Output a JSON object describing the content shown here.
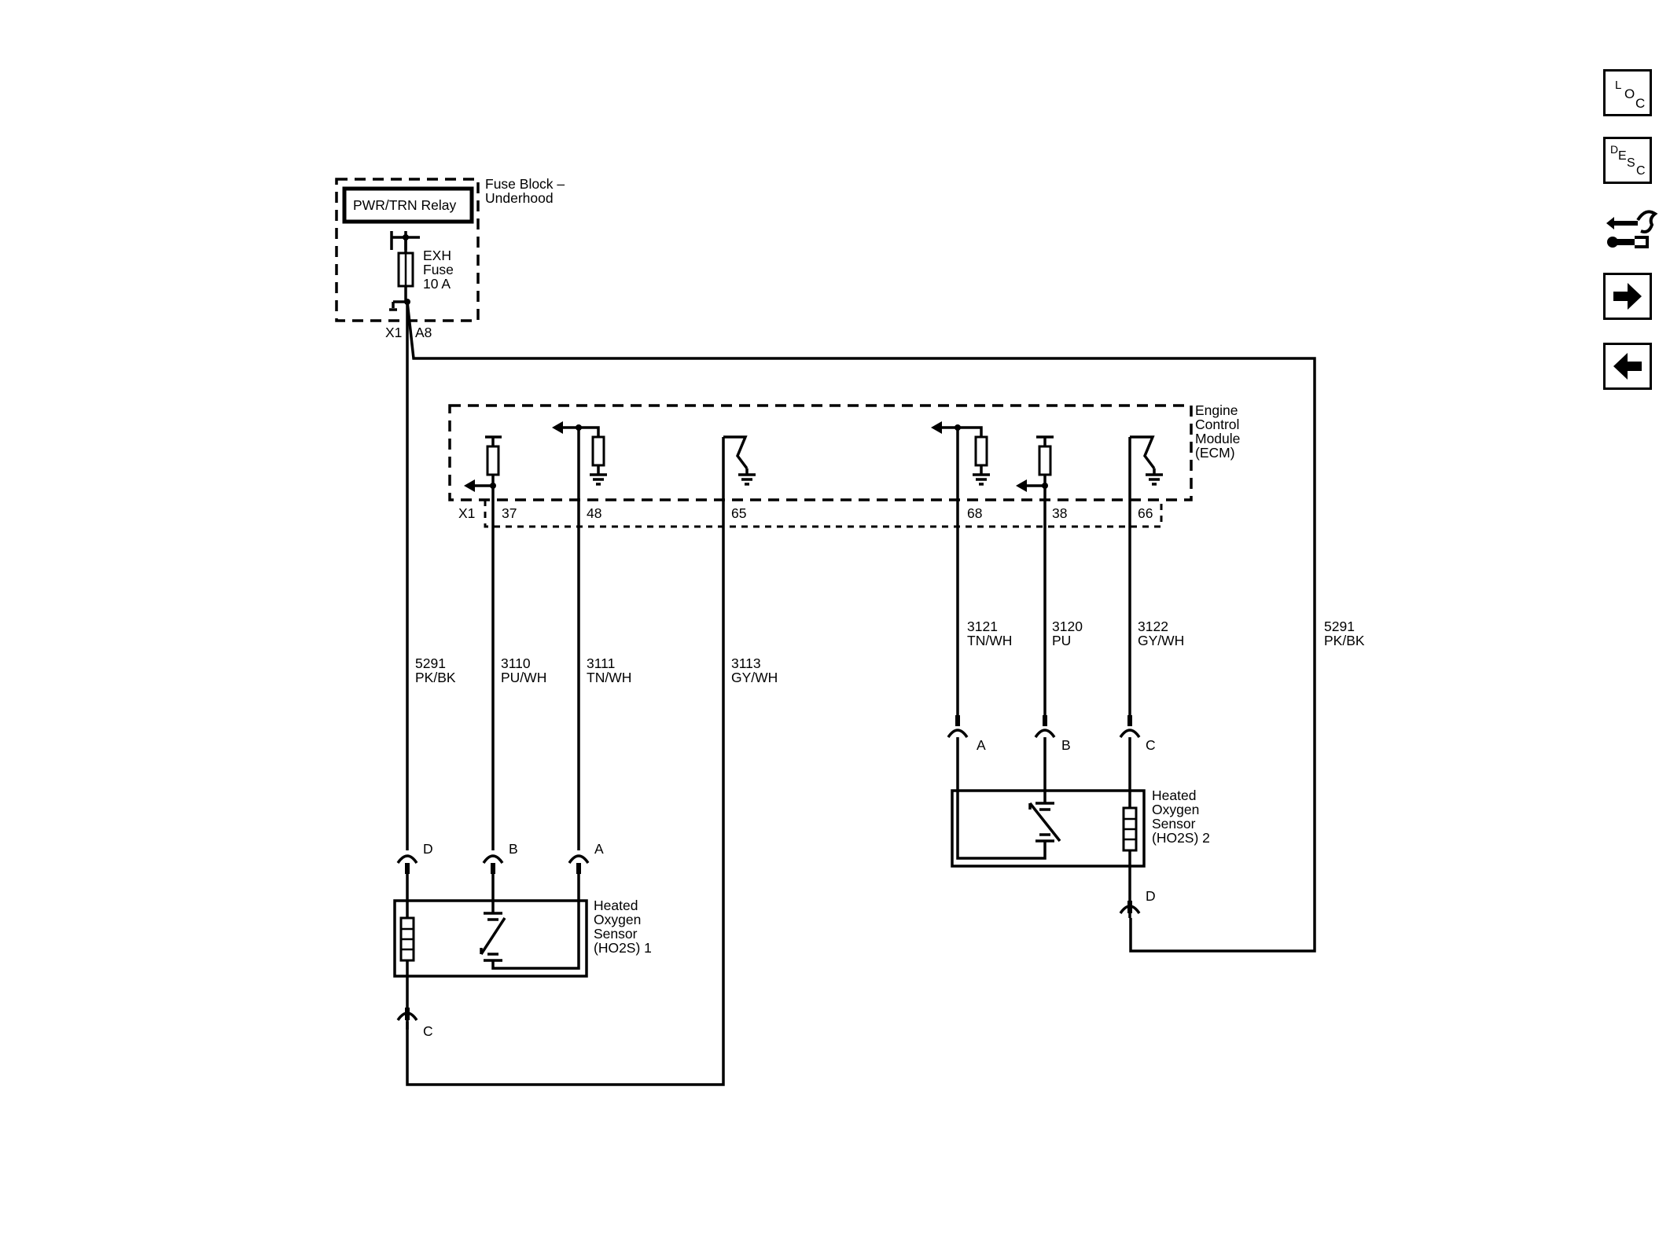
{
  "fuse_block": {
    "label_line1": "Fuse Block –",
    "label_line2": "Underhood",
    "relay": "PWR/TRN Relay",
    "fuse_line1": "EXH",
    "fuse_line2": "Fuse",
    "fuse_line3": "10 A",
    "connector": "X1",
    "pin": "A8"
  },
  "ecm": {
    "label_line1": "Engine",
    "label_line2": "Control",
    "label_line3": "Module",
    "label_line4": "(ECM)",
    "connector": "X1",
    "pins": [
      "37",
      "48",
      "65",
      "68",
      "38",
      "66"
    ]
  },
  "wires": {
    "w5291_left": {
      "circuit": "5291",
      "color": "PK/BK"
    },
    "w3110": {
      "circuit": "3110",
      "color": "PU/WH"
    },
    "w3111": {
      "circuit": "3111",
      "color": "TN/WH"
    },
    "w3113": {
      "circuit": "3113",
      "color": "GY/WH"
    },
    "w3121": {
      "circuit": "3121",
      "color": "TN/WH"
    },
    "w3120": {
      "circuit": "3120",
      "color": "PU"
    },
    "w3122": {
      "circuit": "3122",
      "color": "GY/WH"
    },
    "w5291_right": {
      "circuit": "5291",
      "color": "PK/BK"
    }
  },
  "sensor1": {
    "label_line1": "Heated",
    "label_line2": "Oxygen",
    "label_line3": "Sensor",
    "label_line4": "(HO2S) 1",
    "pins": {
      "d": "D",
      "b": "B",
      "a": "A",
      "c": "C"
    }
  },
  "sensor2": {
    "label_line1": "Heated",
    "label_line2": "Oxygen",
    "label_line3": "Sensor",
    "label_line4": "(HO2S) 2",
    "pins": {
      "a": "A",
      "b": "B",
      "c": "C",
      "d": "D"
    }
  },
  "nav": {
    "loc": {
      "l": "L",
      "o": "O",
      "c": "C"
    },
    "desc": {
      "d": "D",
      "e": "E",
      "s": "S",
      "c": "C"
    },
    "tool_icon": "connector-tool-icon",
    "next_icon": "arrow-right-icon",
    "prev_icon": "arrow-left-icon"
  }
}
